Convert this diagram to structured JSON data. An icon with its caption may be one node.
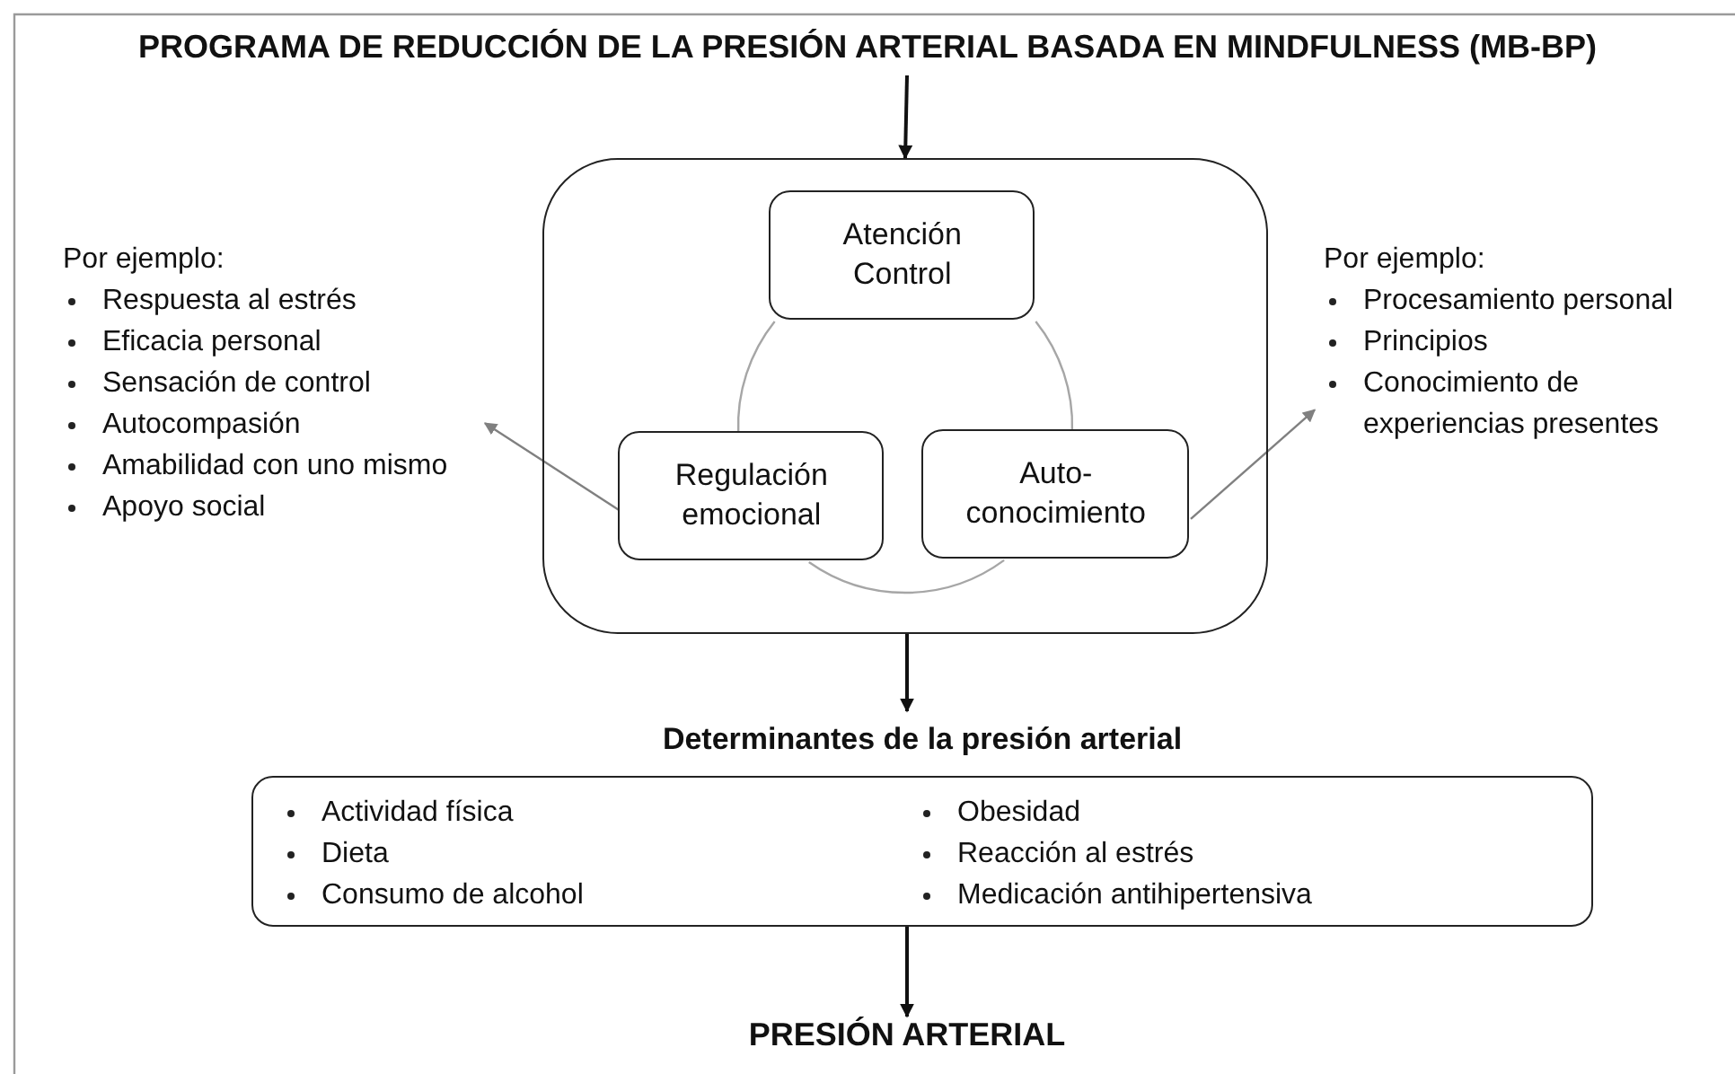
{
  "diagram": {
    "nodes": [
      {
        "text": [
          "PROGRAMA DE REDUCCIÓN DE LA PRESIÓN ARTERIAL BASADA EN MINDFULNESS (MB-BP)"
        ]
      },
      {
        "text": [],
        "shape": "box"
      },
      {
        "text": [
          "Atención Control"
        ],
        "in": 1
      },
      {
        "text": [
          "Regulación emocional"
        ],
        "in": 1
      },
      {
        "text": [
          "Auto- conocimiento"
        ],
        "in": 1
      },
      {
        "text": [
          "Por ejemplo:",
          "Respuesta al estrés",
          "Eficacia personal",
          "Sensación de control",
          "Autocompasión",
          "Amabilidad con uno mismo",
          "Apoyo social"
        ]
      },
      {
        "text": [
          "Por ejemplo:",
          "Procesamiento personal",
          "Principios",
          "Conocimiento de experiencias presentes"
        ]
      },
      {
        "text": [
          "Determinantes de la presión arterial",
          "Actividad física",
          "Dieta",
          "Consumo de alcohol",
          "Obesidad",
          "Reacción al estrés",
          "Medicación antihipertensiva"
        ]
      },
      {
        "text": [
          "PRESIÓN ARTERIAL"
        ]
      }
    ],
    "edges": [
      {
        "from": 0,
        "to": 1,
        "arrow": "to"
      },
      {
        "from": 2,
        "to": 3,
        "arrow": "none",
        "color": "#a6a6a6"
      },
      {
        "from": 2,
        "to": 4,
        "arrow": "none",
        "color": "#a6a6a6"
      },
      {
        "from": 3,
        "to": 4,
        "arrow": "none",
        "color": "#a6a6a6"
      },
      {
        "from": 3,
        "to": 5,
        "arrow": "to",
        "color": "#808080"
      },
      {
        "from": 4,
        "to": 6,
        "arrow": "to",
        "color": "#808080"
      },
      {
        "from": 1,
        "to": 7,
        "arrow": "to"
      },
      {
        "from": 7,
        "to": 8,
        "arrow": "to"
      }
    ]
  }
}
